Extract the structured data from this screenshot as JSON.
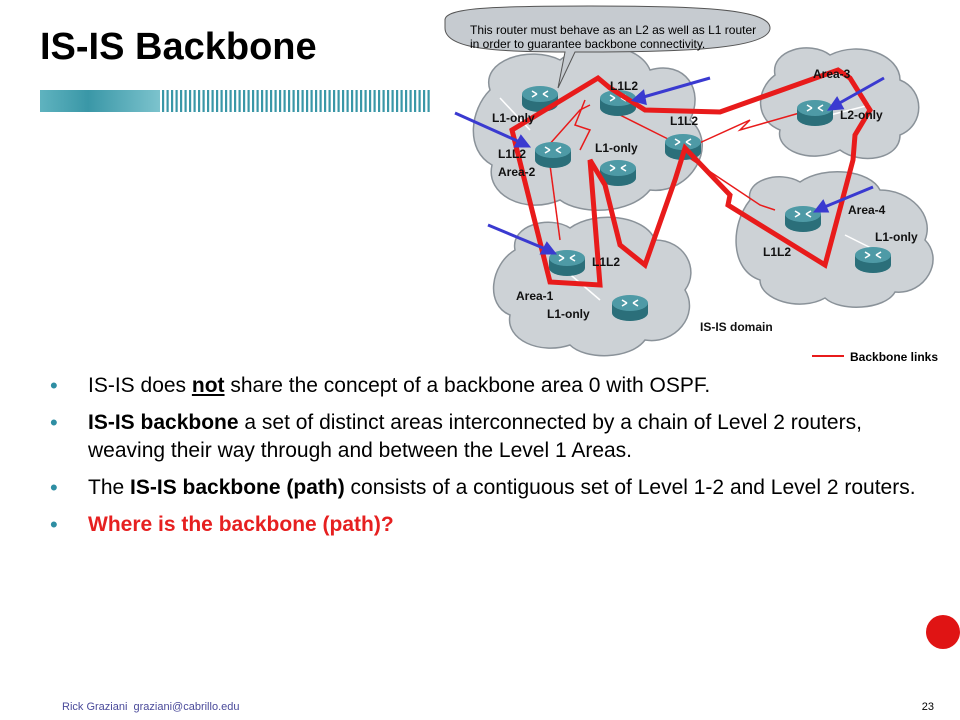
{
  "slide": {
    "title": "IS-IS Backbone",
    "page_number": "23"
  },
  "footer": {
    "author": "Rick Graziani",
    "email": "graziani@cabrillo.edu"
  },
  "diagram": {
    "callout_line1": "This router must behave as an L2 as well as L1 router",
    "callout_line2": "in order to guarantee backbone connectivity.",
    "labels": {
      "area1": "Area-1",
      "area2": "Area-2",
      "area3": "Area-3",
      "area4": "Area-4",
      "l1only_a": "L1-only",
      "l1l2_a": "L1L2",
      "l1l2_top": "L1L2",
      "l1l2_mid": "L1L2",
      "l1only_mid": "L1-only",
      "l2only": "L2-only",
      "l1l2_area4": "L1L2",
      "l1only_area4": "L1-only",
      "l1l2_area1": "L1L2",
      "l1only_area1": "L1-only",
      "domain": "IS-IS domain",
      "legend": "Backbone links"
    },
    "colors": {
      "backbone": "#e81b1b",
      "arrow": "#3a3ad0",
      "router": "#3b8391",
      "cloud": "#c9ced3"
    }
  },
  "bullets": {
    "b1_pre": "IS-IS does ",
    "b1_em": "not",
    "b1_post": " share the concept of a backbone area 0 with OSPF.",
    "b2_em": "IS-IS backbone",
    "b2_post": " a set of distinct areas interconnected by a chain of Level 2 routers, weaving their way through and between the Level 1 Areas.",
    "b3_pre": "The ",
    "b3_em": "IS-IS backbone (path)",
    "b3_post": " consists of a contiguous set of Level 1-2 and Level 2 routers.",
    "b4": "Where is the backbone (path)?"
  }
}
